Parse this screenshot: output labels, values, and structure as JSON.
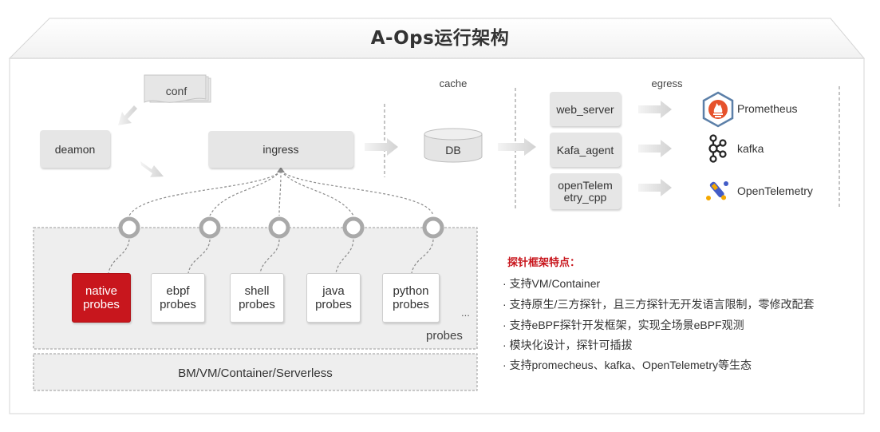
{
  "title": "A-Ops运行架构",
  "nodes": {
    "conf": "conf",
    "deamon": "deamon",
    "ingress": "ingress",
    "cache_label": "cache",
    "db": "DB",
    "egress_label": "egress",
    "web_server": "web_server",
    "kafa_agent": "Kafa_agent",
    "otel_cpp_line1": "openTelem",
    "otel_cpp_line2": "etry_cpp"
  },
  "egress_targets": [
    "Prometheus",
    "kafka",
    "OpenTelemetry"
  ],
  "probes": [
    {
      "line1": "native",
      "line2": "probes"
    },
    {
      "line1": "ebpf",
      "line2": "probes"
    },
    {
      "line1": "shell",
      "line2": "probes"
    },
    {
      "line1": "java",
      "line2": "probes"
    },
    {
      "line1": "python",
      "line2": "probes"
    }
  ],
  "probes_ellipsis": "...",
  "probes_label": "probes",
  "platform_label": "BM/VM/Container/Serverless",
  "features": {
    "title": "探针框架特点：",
    "items": [
      "· 支持VM/Container",
      "· 支持原生/三方探针，且三方探针无开发语言限制，零修改配套",
      "· 支持eBPF探针开发框架，实现全场景eBPF观测",
      "· 模块化设计，探针可插拔",
      "· 支持promecheus、kafka、OpenTelemetry等生态"
    ]
  },
  "colors": {
    "accent_red": "#c8161d",
    "box_gray": "#e6e6e6",
    "frame_gray": "#cccccc"
  },
  "icons": [
    "prometheus-icon",
    "kafka-icon",
    "opentelemetry-icon"
  ]
}
